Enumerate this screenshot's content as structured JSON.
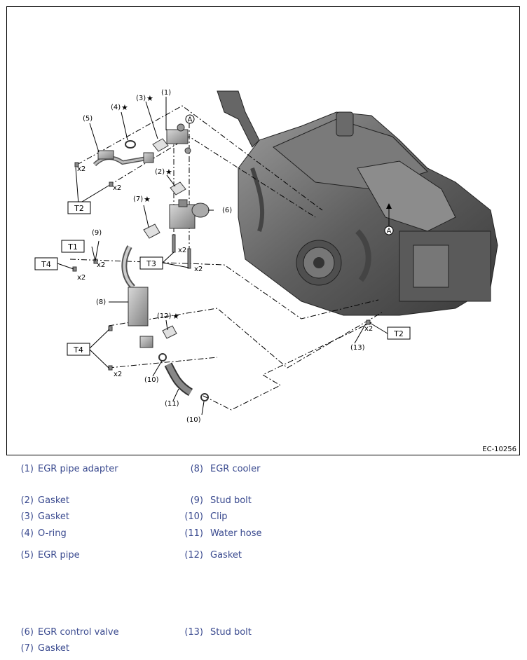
{
  "figure": {
    "id": "EC-10256",
    "callouts": {
      "c1": "(1)",
      "c2": "(2)",
      "c3": "(3)",
      "c4": "(4)",
      "c5": "(5)",
      "c6": "(6)",
      "c7": "(7)",
      "c8": "(8)",
      "c9": "(9)",
      "c10a": "(10)",
      "c10b": "(10)",
      "c11": "(11)",
      "c12": "(12)",
      "c13": "(13)"
    },
    "star": "★",
    "multipliers": {
      "x2": "x2"
    },
    "torque_labels": {
      "T1": "T1",
      "T2": "T2",
      "T3": "T3",
      "T4": "T4"
    },
    "reference_mark": "A"
  },
  "legend": [
    {
      "num": "(1)",
      "name": "EGR pipe adapter"
    },
    {
      "num": "(8)",
      "name": "EGR cooler"
    },
    {
      "num": "(2)",
      "name": "Gasket"
    },
    {
      "num": "(9)",
      "name": "Stud bolt"
    },
    {
      "num": "(3)",
      "name": "Gasket"
    },
    {
      "num": "(10)",
      "name": "Clip"
    },
    {
      "num": "(4)",
      "name": "O-ring"
    },
    {
      "num": "(11)",
      "name": "Water hose"
    },
    {
      "num": "(5)",
      "name": "EGR pipe"
    },
    {
      "num": "(12)",
      "name": "Gasket"
    },
    {
      "num": "(6)",
      "name": "EGR control valve"
    },
    {
      "num": "(13)",
      "name": "Stud bolt"
    },
    {
      "num": "(7)",
      "name": "Gasket"
    }
  ],
  "colors": {
    "legend_text": "#3a4a8f",
    "border": "#000000"
  }
}
